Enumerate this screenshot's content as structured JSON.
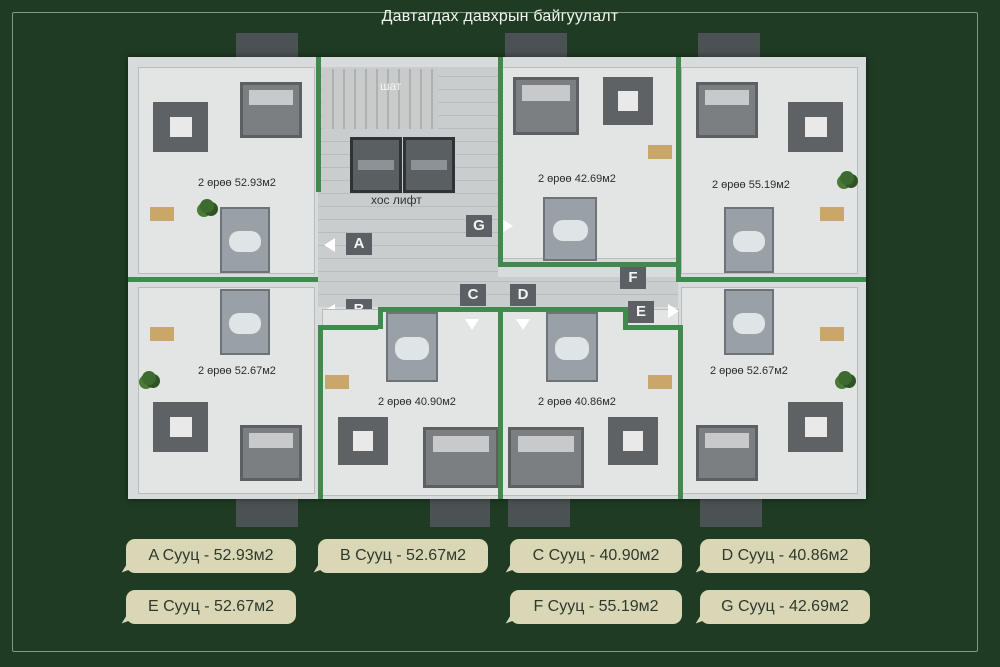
{
  "title": "Давтагдах давхрын байгуулалт",
  "plan": {
    "stairs_label": "шат",
    "lift_label": "хос лифт",
    "units": [
      {
        "id": "A",
        "area_label": "2 өрөө 52.93м2"
      },
      {
        "id": "B",
        "area_label": "2 өрөө 52.67м2"
      },
      {
        "id": "C",
        "area_label": "2 өрөө 40.90м2"
      },
      {
        "id": "D",
        "area_label": "2 өрөө 40.86м2"
      },
      {
        "id": "E",
        "area_label": "2 өрөө 52.67м2"
      },
      {
        "id": "F",
        "area_label": "2 өрөө 55.19м2"
      },
      {
        "id": "G",
        "area_label": "2 өрөө 42.69м2"
      }
    ]
  },
  "legend": [
    {
      "label": "A Сууц - 52.93м2"
    },
    {
      "label": "B Сууц - 52.67м2"
    },
    {
      "label": "C Сууц - 40.90м2"
    },
    {
      "label": "D Сууц - 40.86м2"
    },
    {
      "label": "E Сууц - 52.67м2"
    },
    {
      "label": "F Сууц - 55.19м2"
    },
    {
      "label": "G Сууц - 42.69м2"
    }
  ],
  "colors": {
    "background": "#1f3b24",
    "divider": "#3f8a4c",
    "tag": "#d9d7b6"
  }
}
